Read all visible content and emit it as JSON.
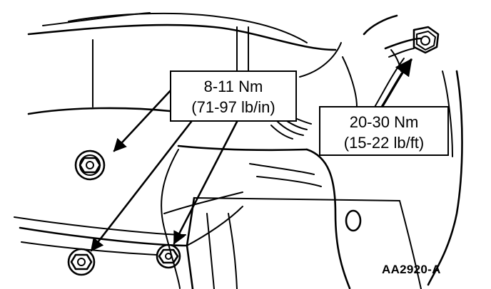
{
  "callouts": {
    "left": {
      "line1": "8-11 Nm",
      "line2": "(71-97 lb/in)"
    },
    "right": {
      "line1": "20-30 Nm",
      "line2": "(15-22 lb/ft)"
    }
  },
  "figure_code": "AA2920-A",
  "colors": {
    "ink": "#000000",
    "background": "#ffffff"
  }
}
